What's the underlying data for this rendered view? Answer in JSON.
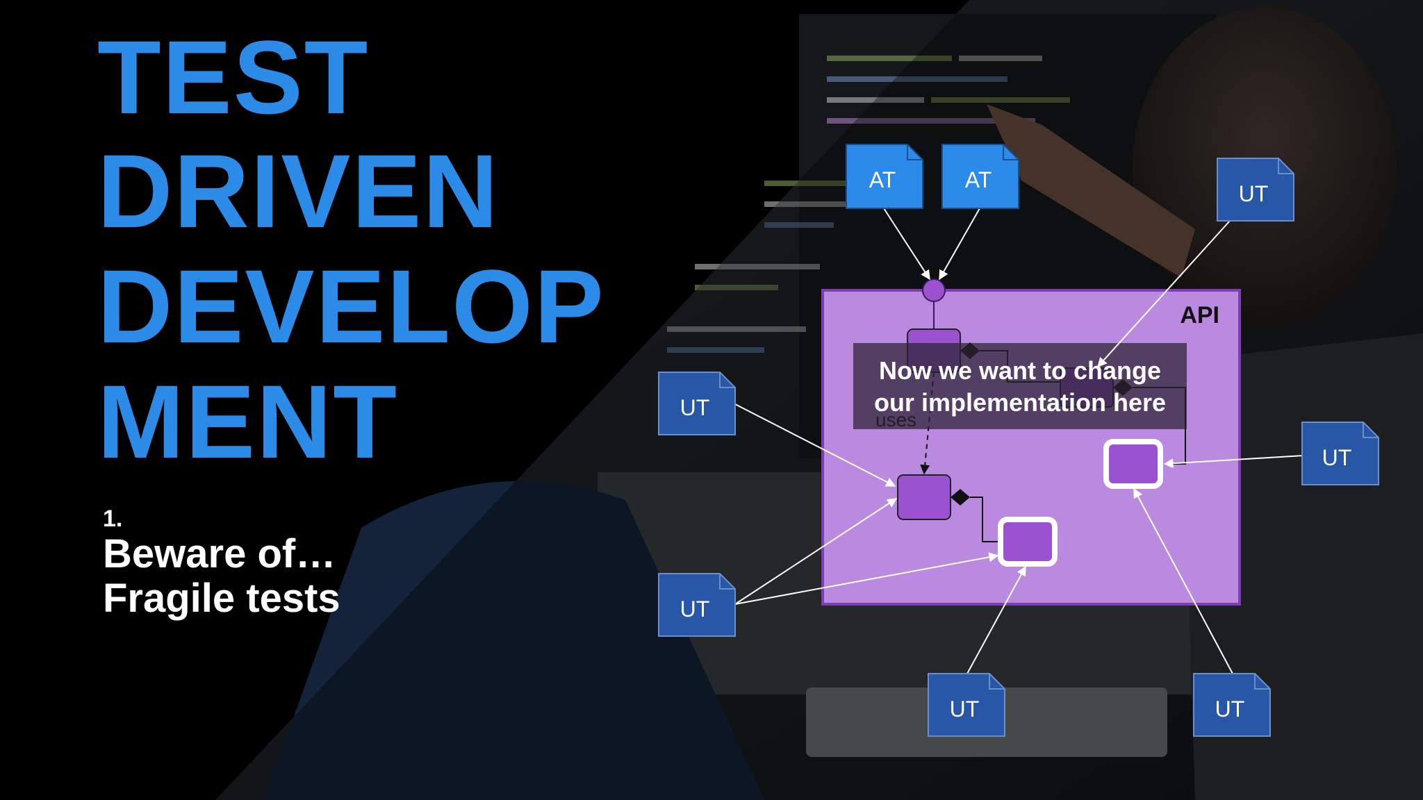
{
  "title_lines": [
    "TEST",
    "DRIVEN",
    "DEVELOP",
    "MENT"
  ],
  "point_number": "1.",
  "subtitle_lines": [
    "Beware of…",
    "Fragile tests"
  ],
  "diagram": {
    "api_label": "API",
    "uses_label": "uses",
    "callout_lines": [
      "Now we want to change",
      "our implementation here"
    ],
    "acceptance_test_label": "AT",
    "unit_test_label": "UT"
  },
  "colors": {
    "title": "#2b8be6",
    "api_fill": "#b98ae0",
    "api_border": "#7b3fb3",
    "component_fill": "#9a52d0",
    "at_fill": "#2c8ae8",
    "ut_fill": "#2857a8"
  }
}
